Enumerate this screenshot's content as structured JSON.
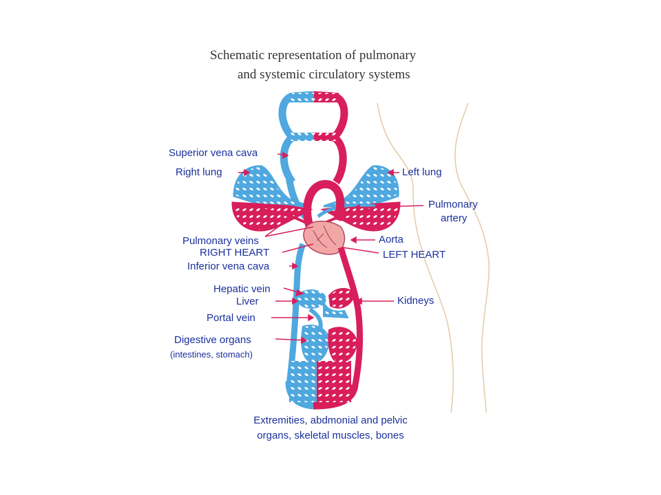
{
  "title": {
    "line1": "Schematic representation of pulmonary",
    "line2": "and systemic circulatory systems"
  },
  "labels": {
    "superior_vena_cava": "Superior vena cava",
    "right_lung": "Right lung",
    "left_lung": "Left lung",
    "pulmonary_artery_1": "Pulmonary",
    "pulmonary_artery_2": "artery",
    "pulmonary_veins": "Pulmonary veins",
    "aorta": "Aorta",
    "right_heart": "RIGHT HEART",
    "left_heart": "LEFT HEART",
    "inferior_vena_cava": "Inferior vena cava",
    "hepatic_vein": "Hepatic vein",
    "liver": "Liver",
    "kidneys": "Kidneys",
    "portal_vein": "Portal vein",
    "digestive_organs": "Digestive organs",
    "digestive_organs_note": "(intestines, stomach)"
  },
  "footer": {
    "line1": "Extremities, abdmonial and pelvic",
    "line2": "organs, skeletal muscles, bones"
  },
  "colors": {
    "venous_blue": "#4fa8df",
    "arterial_red": "#d81e5b",
    "label_blue": "#1a2f9c",
    "arrow_red": "#d81e5b",
    "heart_pink": "#f2a7a7",
    "body_outline": "#e3c9a8"
  }
}
